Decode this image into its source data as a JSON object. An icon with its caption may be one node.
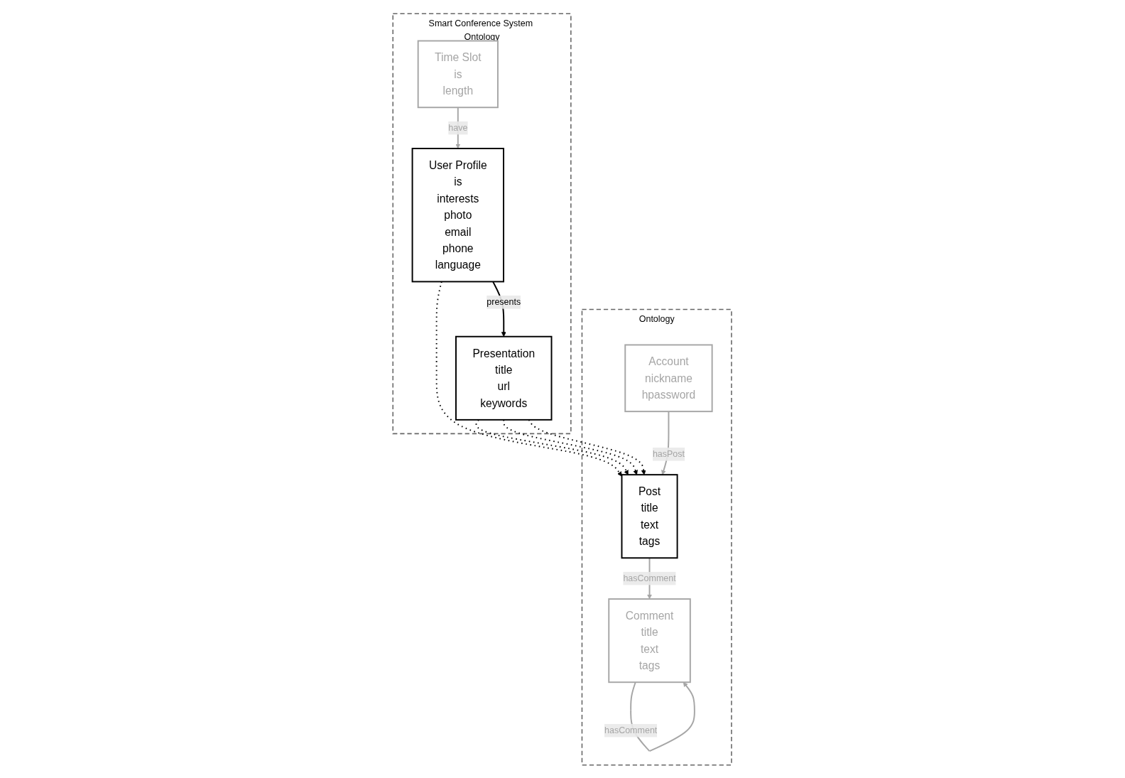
{
  "diagram": {
    "nodes": [
      {
        "text": [
          "Smart Conference System Ontology"
        ]
      },
      {
        "text": [
          "Time Slot",
          "is",
          "length"
        ],
        "in": 0
      },
      {
        "text": [
          "User Profile",
          "is",
          "interests",
          "photo",
          "email",
          "phone",
          "language"
        ],
        "in": 0
      },
      {
        "text": [
          "Presentation",
          "title",
          "url",
          "keywords"
        ],
        "in": 0
      },
      {
        "text": [
          "Ontology"
        ]
      },
      {
        "text": [
          "Account",
          "nickname",
          "hpassword"
        ],
        "in": 4
      },
      {
        "text": [
          "Post",
          "title",
          "text",
          "tags"
        ],
        "in": 4
      },
      {
        "text": [
          "Comment",
          "title",
          "text",
          "tags"
        ],
        "in": 4
      }
    ],
    "edges": [
      {
        "from": 1,
        "to": 2,
        "arrow": "to",
        "label": "have",
        "color": "#a6a6a6"
      },
      {
        "from": 2,
        "to": 3,
        "arrow": "to",
        "label": "presents"
      },
      {
        "from": 2,
        "to": 6,
        "arrow": "to",
        "style": "dashed"
      },
      {
        "from": 3,
        "to": 6,
        "arrow": "to",
        "style": "dashed"
      },
      {
        "from": 3,
        "to": 6,
        "arrow": "to",
        "style": "dashed"
      },
      {
        "from": 3,
        "to": 6,
        "arrow": "to",
        "style": "dashed"
      },
      {
        "from": 5,
        "to": 6,
        "arrow": "to",
        "label": "hasPost",
        "color": "#a6a6a6"
      },
      {
        "from": 6,
        "to": 7,
        "arrow": "to",
        "label": "hasComment",
        "color": "#a6a6a6"
      },
      {
        "from": 7,
        "to": 7,
        "arrow": "to",
        "label": "hasComment",
        "color": "#a6a6a6"
      }
    ]
  }
}
